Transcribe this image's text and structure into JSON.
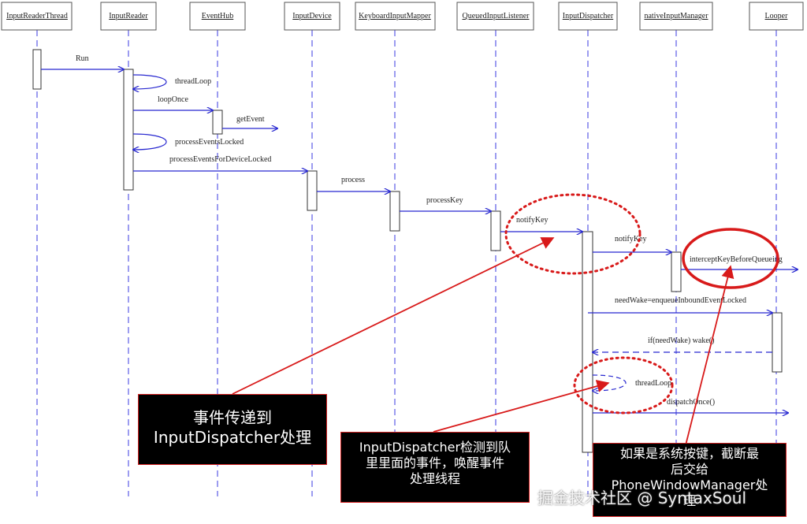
{
  "participants": [
    "InputReaderThread",
    "InputReader",
    "EventHub",
    "InputDevice",
    "KeyboardInputMapper",
    "QueuedInputListener",
    "InputDispatcher",
    "nativeInputManager",
    "Looper"
  ],
  "messages": {
    "run": "Run",
    "thread_loop_1": "threadLoop",
    "loop_once": "loopOnce",
    "get_event": "getEvent",
    "process_events_locked": "processEventsLocked",
    "process_events_for_device": "processEventsForDeviceLocked",
    "process": "process",
    "process_key": "processKey",
    "notify_key_1": "notifyKey",
    "notify_key_2": "notifyKey",
    "intercept_key": "interceptKeyBeforeQueueing",
    "need_wake": "needWake=enqueueInboundEventLocked",
    "wake": "if(needWake) wake()",
    "thread_loop_2": "threadLoop",
    "dispatch_once": "dispatchOnce()"
  },
  "callouts": {
    "c1_line1": "事件传递到",
    "c1_line2": "InputDispatcher处理",
    "c2_line1": "InputDispatcher检测到队",
    "c2_line2": "里里面的事件，唤醒事件",
    "c2_line3": "处理线程",
    "c3_line1": "如果是系统按键，截断最",
    "c3_line2": "后交给",
    "c3_line3": "PhoneWindowManager处",
    "c3_line4": "理"
  },
  "watermark": "掘金技术社区 @ SyntaxSoul",
  "colors": {
    "arrow": "#2828d0",
    "lifeline": "#3a3ae0",
    "highlight": "#d81a1a",
    "callout_bg": "#000000"
  }
}
